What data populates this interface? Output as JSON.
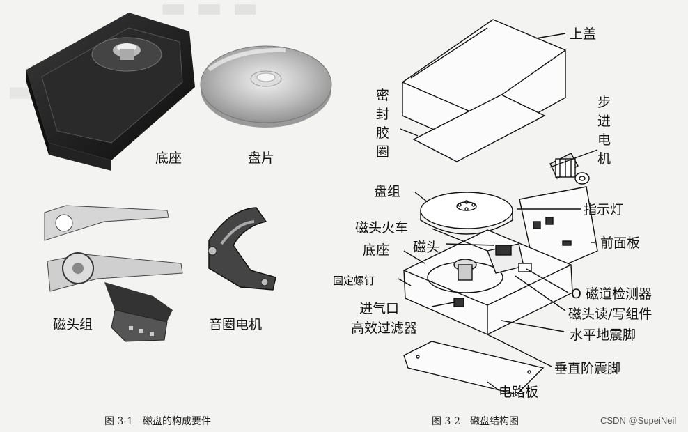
{
  "fig1": {
    "labels": {
      "base": "底座",
      "platter": "盘片",
      "head_assembly": "磁头组",
      "voice_coil_motor": "音圈电机"
    },
    "caption": "图 3-1　磁盘的构成要件"
  },
  "fig2": {
    "labels": {
      "top_cover": "上盖",
      "seal_gasket": "密封胶圈",
      "stepper_motor": "步进电机",
      "platter_stack": "盘组",
      "indicator_light": "指示灯",
      "head_carriage": "磁头火车",
      "front_panel": "前面板",
      "base": "底座",
      "head": "磁头",
      "fixing_screw": "固定螺钉",
      "track_sensor": "O 磁道检测器",
      "air_inlet": "进气口",
      "rw_assembly": "磁头读/写组件",
      "hepa_filter": "高效过滤器",
      "horizontal_foot": "水平地震脚",
      "vertical_foot": "垂直阶震脚",
      "circuit_board": "电路板"
    },
    "caption": "图 3-2　磁盘结构图"
  },
  "watermark": "CSDN @SupeiNeil"
}
